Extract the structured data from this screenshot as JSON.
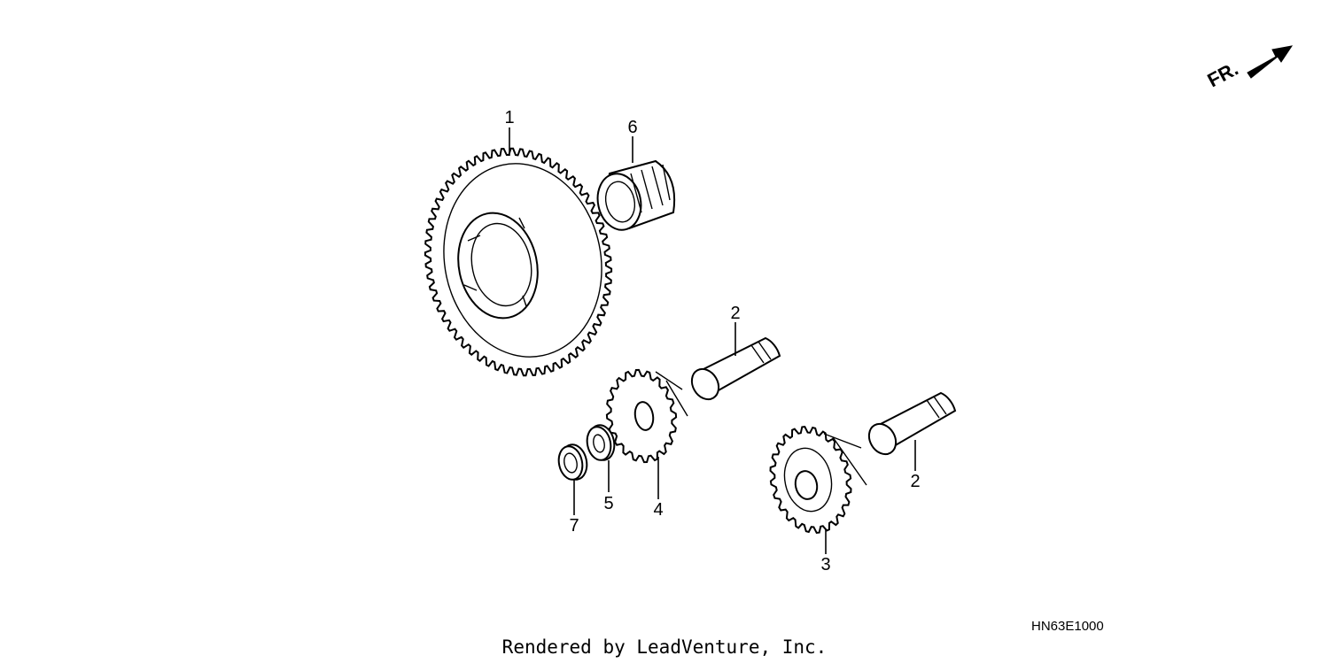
{
  "direction_indicator": {
    "label": "FR."
  },
  "callouts": [
    {
      "id": "c1",
      "number": "1"
    },
    {
      "id": "c6",
      "number": "6"
    },
    {
      "id": "c2a",
      "number": "2"
    },
    {
      "id": "c2b",
      "number": "2"
    },
    {
      "id": "c3",
      "number": "3"
    },
    {
      "id": "c4",
      "number": "4"
    },
    {
      "id": "c5",
      "number": "5"
    },
    {
      "id": "c7",
      "number": "7"
    }
  ],
  "diagram_code": "HN63E1000",
  "footer": {
    "credit": "Rendered by LeadVenture, Inc."
  },
  "colors": {
    "line": "#000000",
    "background": "#ffffff"
  }
}
